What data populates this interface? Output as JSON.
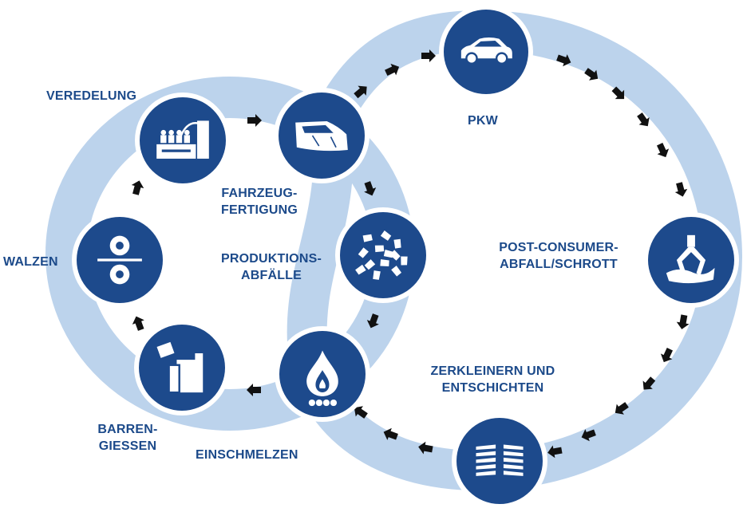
{
  "colors": {
    "ring": "#bcd3ec",
    "node": "#1d4a8c",
    "text": "#1c4a8a",
    "arrow": "#111111"
  },
  "nodes": {
    "pkw": {
      "icon": "car-icon",
      "label": [
        "PKW"
      ]
    },
    "schrott": {
      "icon": "scrap-grabber-icon",
      "label": [
        "POST-CONSUMER-",
        "ABFALL/SCHROTT"
      ]
    },
    "zerkleinern": {
      "icon": "shredder-icon",
      "label": [
        "ZERKLEINERN UND",
        "ENTSCHICHTEN"
      ]
    },
    "einschmelzen": {
      "icon": "flame-icon",
      "label": [
        "EINSCHMELZEN"
      ]
    },
    "barren": {
      "icon": "casting-icon",
      "label": [
        "BARREN-",
        "GIESSEN"
      ]
    },
    "walzen": {
      "icon": "rolling-mill-icon",
      "label": [
        "WALZEN"
      ]
    },
    "veredelung": {
      "icon": "factory-icon",
      "label": [
        "VEREDELUNG"
      ]
    },
    "fahrzeug": {
      "icon": "car-body-icon",
      "label": [
        "FAHRZEUG-",
        "FERTIGUNG"
      ]
    },
    "produktion": {
      "icon": "scrap-pieces-icon",
      "label": [
        "PRODUKTIONS-",
        "ABFÄLLE"
      ]
    }
  }
}
